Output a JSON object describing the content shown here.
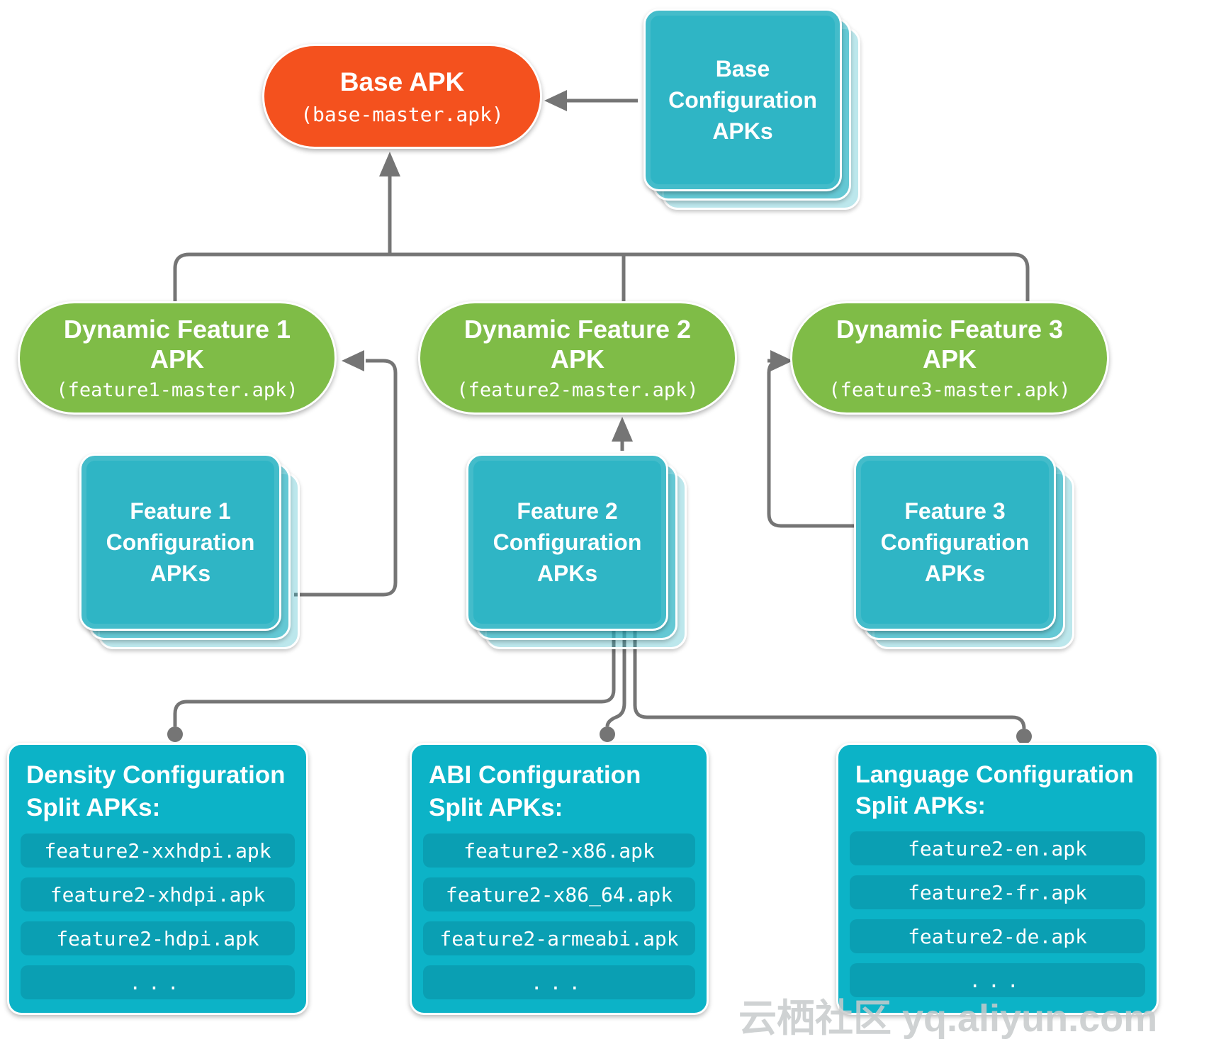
{
  "base_apk": {
    "title": "Base APK",
    "code": "(base-master.apk)"
  },
  "base_config": {
    "label": "Base Configuration APKs"
  },
  "features": [
    {
      "apk": {
        "line1": "Dynamic Feature 1",
        "line2": "APK",
        "code": "(feature1-master.apk)"
      },
      "config": {
        "label": "Feature 1 Configuration APKs"
      }
    },
    {
      "apk": {
        "line1": "Dynamic Feature 2",
        "line2": "APK",
        "code": "(feature2-master.apk)"
      },
      "config": {
        "label": "Feature 2 Configuration APKs"
      }
    },
    {
      "apk": {
        "line1": "Dynamic Feature 3",
        "line2": "APK",
        "code": "(feature3-master.apk)"
      },
      "config": {
        "label": "Feature 3 Configuration APKs"
      }
    }
  ],
  "splits": [
    {
      "heading_line1": "Density Configuration",
      "heading_line2": "Split APKs:",
      "items": [
        "feature2-xxhdpi.apk",
        "feature2-xhdpi.apk",
        "feature2-hdpi.apk",
        "..."
      ]
    },
    {
      "heading_line1": "ABI Configuration",
      "heading_line2": "Split APKs:",
      "items": [
        "feature2-x86.apk",
        "feature2-x86_64.apk",
        "feature2-armeabi.apk",
        "..."
      ]
    },
    {
      "heading_line1": "Language Configuration",
      "heading_line2": "Split APKs:",
      "items": [
        "feature2-en.apk",
        "feature2-fr.apk",
        "feature2-de.apk",
        "..."
      ]
    }
  ],
  "watermark": "云栖社区 yq.aliyun.com",
  "colors": {
    "base_apk_orange": "#F4511E",
    "feature_green": "#7FBC47",
    "config_teal": "#2FB5C5",
    "split_box_cyan": "#0CB3C7",
    "split_row_cyan": "#0A9FB3",
    "connector_gray": "#757575",
    "watermark_gray": "#C7CBCC"
  }
}
